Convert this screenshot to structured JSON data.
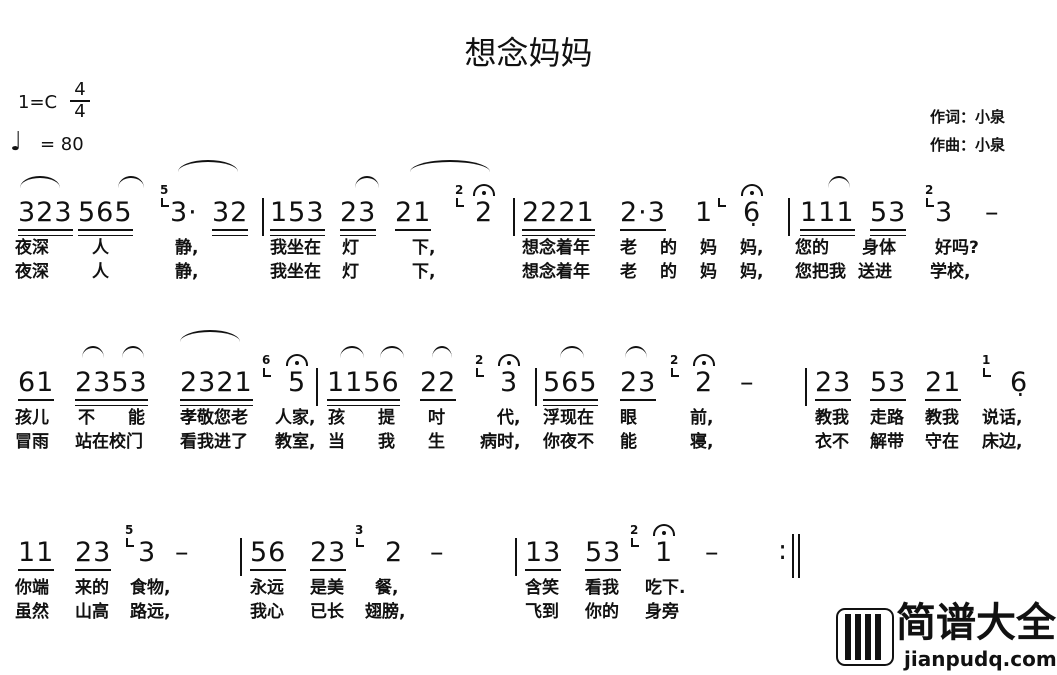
{
  "title": "想念妈妈",
  "key": "1=C",
  "time_signature": {
    "top": "4",
    "bottom": "4"
  },
  "tempo": "= 80",
  "lyricist": "作词：小泉",
  "composer": "作曲：小泉",
  "logo": {
    "name": "简谱大全",
    "url": "jianpudq.com"
  },
  "lines": [
    {
      "notes": [
        {
          "t": "323",
          "u": 2
        },
        {
          "t": "565",
          "u": 2
        },
        {
          "t": "5",
          "grace": true
        },
        {
          "t": "3·",
          "u": 0
        },
        {
          "t": "32",
          "u": 2
        },
        {
          "t": "|",
          "bar": true
        },
        {
          "t": "153",
          "u": 2
        },
        {
          "t": "23",
          "u": 2
        },
        {
          "t": "21",
          "u": 1
        },
        {
          "t": "2",
          "grace": true
        },
        {
          "t": "2",
          "u": 0,
          "fermata": true
        },
        {
          "t": "|",
          "bar": true
        },
        {
          "t": "2221",
          "u": 2
        },
        {
          "t": "2·3",
          "u": 1
        },
        {
          "t": "1",
          "u": 0
        },
        {
          "t": "",
          "grace": true
        },
        {
          "t": "6̣",
          "u": 0,
          "fermata": true
        },
        {
          "t": "|",
          "bar": true
        },
        {
          "t": "111",
          "u": 2
        },
        {
          "t": "53",
          "u": 2
        },
        {
          "t": "2",
          "grace": true
        },
        {
          "t": "3",
          "u": 0
        },
        {
          "t": "–",
          "u": 0
        }
      ],
      "lyrics1": [
        "夜深",
        "人",
        "静,",
        "我坐在",
        "灯",
        "下,",
        "想念着年",
        "老",
        "的",
        "妈",
        "妈,",
        "您的",
        "身体",
        "好吗?"
      ],
      "lyrics2": [
        "夜深",
        "人",
        "静,",
        "我坐在",
        "灯",
        "下,",
        "想念着年",
        "老",
        "的",
        "妈",
        "妈,",
        "您把我",
        "送进",
        "学校,"
      ]
    },
    {
      "notes": [
        {
          "t": "61",
          "u": 1
        },
        {
          "t": "2353",
          "u": 2
        },
        {
          "t": "2321",
          "u": 2
        },
        {
          "t": "6",
          "grace": true
        },
        {
          "t": "5",
          "u": 0,
          "fermata": true
        },
        {
          "t": "|",
          "bar": true
        },
        {
          "t": "1156",
          "u": 2
        },
        {
          "t": "22",
          "u": 1
        },
        {
          "t": "2",
          "grace": true
        },
        {
          "t": "3",
          "u": 0,
          "fermata": true
        },
        {
          "t": "|",
          "bar": true
        },
        {
          "t": "565",
          "u": 2
        },
        {
          "t": "23",
          "u": 1
        },
        {
          "t": "2",
          "grace": true
        },
        {
          "t": "2",
          "u": 0,
          "fermata": true
        },
        {
          "t": "–",
          "u": 0
        },
        {
          "t": "|",
          "bar": true
        },
        {
          "t": "23",
          "u": 1
        },
        {
          "t": "53",
          "u": 1
        },
        {
          "t": "21",
          "u": 1
        },
        {
          "t": "1",
          "grace": true
        },
        {
          "t": "6̣",
          "u": 0
        }
      ],
      "lyrics1": [
        "孩儿",
        "不",
        "能",
        "孝敬您老",
        "人家,",
        "孩",
        "提",
        "吋",
        "代,",
        "浮现在",
        "眼",
        "前,",
        "教我",
        "走路",
        "教我",
        "说话,"
      ],
      "lyrics2": [
        "冒雨",
        "站在校门",
        "看我进了",
        "教室,",
        "当",
        "我",
        "生",
        "病时,",
        "你夜不",
        "能",
        "寝,",
        "衣不",
        "解带",
        "守在",
        "床边,"
      ]
    },
    {
      "notes": [
        {
          "t": "11",
          "u": 1
        },
        {
          "t": "23",
          "u": 1
        },
        {
          "t": "5",
          "grace": true
        },
        {
          "t": "3",
          "u": 0
        },
        {
          "t": "–",
          "u": 0
        },
        {
          "t": "|",
          "bar": true
        },
        {
          "t": "56",
          "u": 1
        },
        {
          "t": "23",
          "u": 1
        },
        {
          "t": "3",
          "grace": true
        },
        {
          "t": "2",
          "u": 0
        },
        {
          "t": "–",
          "u": 0
        },
        {
          "t": "|",
          "bar": true
        },
        {
          "t": "13",
          "u": 1
        },
        {
          "t": "53",
          "u": 1
        },
        {
          "t": "2",
          "grace": true
        },
        {
          "t": "1",
          "u": 0,
          "fermata": true
        },
        {
          "t": "–",
          "u": 0
        },
        {
          "t": ":‖",
          "end": true
        }
      ],
      "lyrics1": [
        "你端",
        "来的",
        "食物,",
        "永远",
        "是美",
        "餐,",
        "含笑",
        "看我",
        "吃下."
      ],
      "lyrics2": [
        "虽然",
        "山高",
        "路远,",
        "我心",
        "已长",
        "翅膀,",
        "飞到",
        "你的",
        "身旁"
      ]
    }
  ]
}
